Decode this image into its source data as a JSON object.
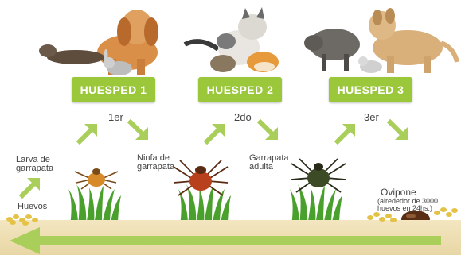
{
  "hosts": [
    {
      "label": "HUESPED 1",
      "order": "1er"
    },
    {
      "label": "HUESPED 2",
      "order": "2do"
    },
    {
      "label": "HUESPED 3",
      "order": "3er"
    }
  ],
  "stages": {
    "larva": "Larva de\ngarrapata",
    "nymph": "Ninfa de\ngarrapata",
    "adult": "Garrapata\nadulta",
    "eggs": "Huevos",
    "laying_title": "Ovipone",
    "laying_detail": "(alrededor de 3000\nhuevos en 24hs.)"
  },
  "colors": {
    "host_label_bg": "#9bc83b",
    "arrow_green": "#a9cf5a",
    "grass": "#4aa02c",
    "ground": "#efe1b6"
  }
}
